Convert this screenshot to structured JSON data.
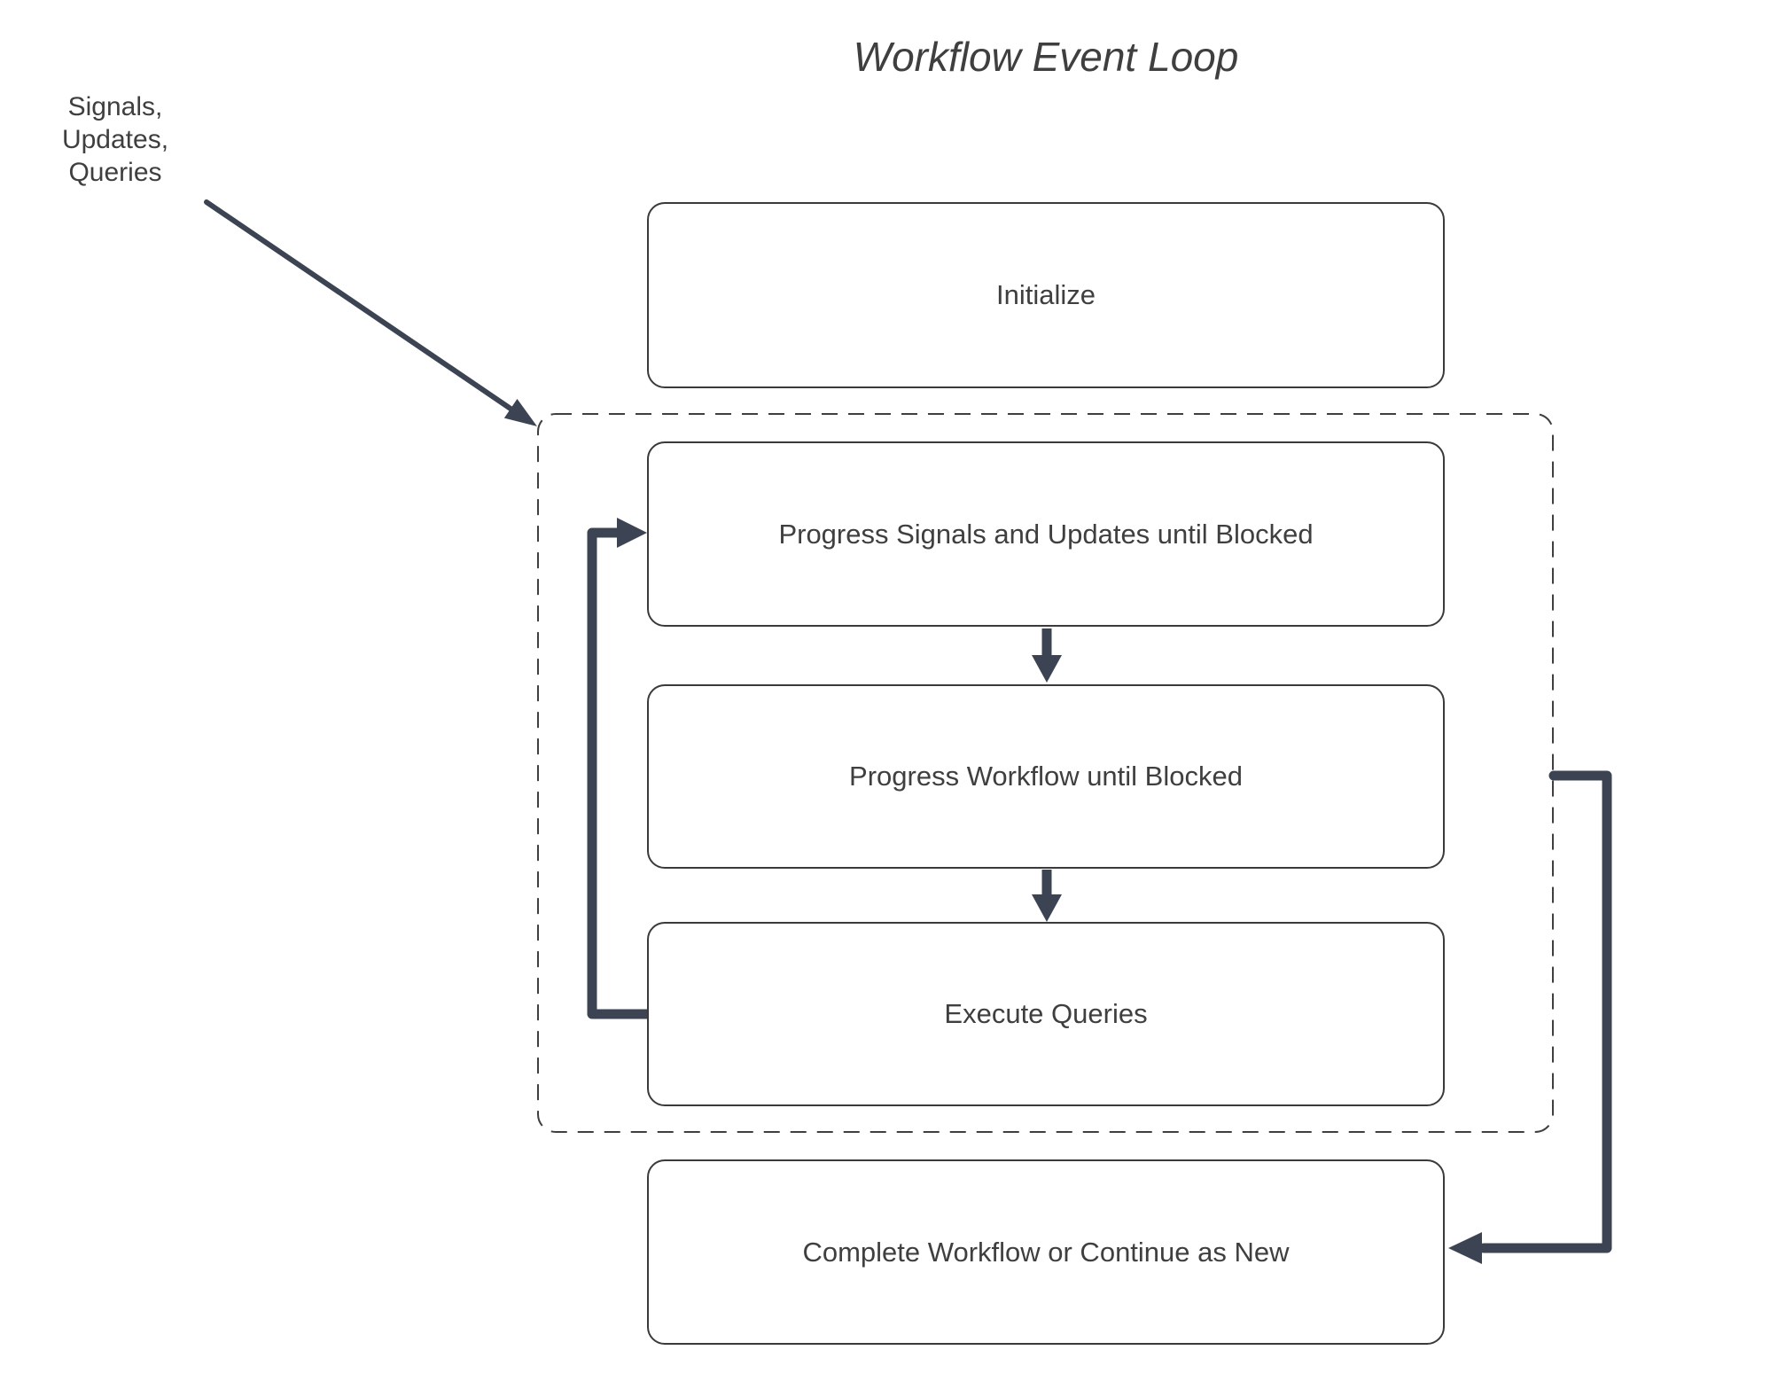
{
  "title": "Workflow Event Loop",
  "annotation": "Signals, Updates,\nQueries",
  "nodes": {
    "initialize": "Initialize",
    "progress_signals": "Progress Signals and Updates until Blocked",
    "progress_workflow": "Progress Workflow until Blocked",
    "execute_queries": "Execute Queries",
    "complete": "Complete Workflow or Continue as New"
  },
  "edges": [
    {
      "name": "signals-updates-queries-to-event-loop",
      "from": "annotation",
      "to": "event-loop-boundary"
    },
    {
      "name": "progress-signals-to-progress-workflow",
      "from": "progress_signals",
      "to": "progress_workflow"
    },
    {
      "name": "progress-workflow-to-execute-queries",
      "from": "progress_workflow",
      "to": "execute_queries"
    },
    {
      "name": "execute-queries-loop-back-to-progress-signals",
      "from": "execute_queries",
      "to": "progress_signals"
    },
    {
      "name": "event-loop-to-complete-workflow",
      "from": "event-loop-boundary",
      "to": "complete"
    }
  ],
  "colors": {
    "connector": "#3c4453",
    "node_border": "#3a3a3a",
    "dashed_boundary": "#3f3f3f",
    "text": "#3f3f3f",
    "canvas_bg": "#ffffff"
  }
}
